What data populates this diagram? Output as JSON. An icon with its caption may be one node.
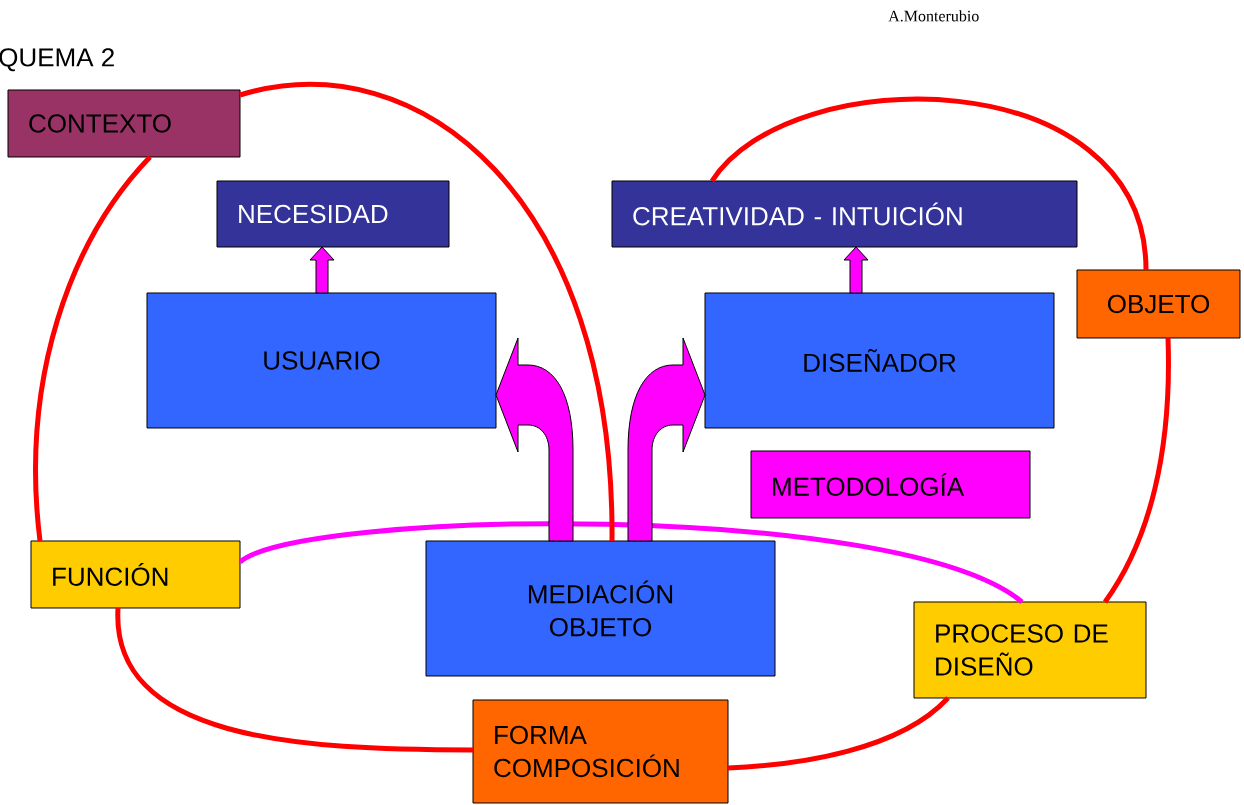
{
  "diagram": {
    "title": "QUEMA 2",
    "nodes": [
      {
        "text": [
          "CONTEXTO"
        ]
      },
      {
        "text": [
          "NECESIDAD"
        ]
      },
      {
        "text": [
          "CREATIVIDAD -  INTUICIÓN"
        ]
      },
      {
        "text": [
          "OBJETO"
        ]
      },
      {
        "text": [
          "USUARIO"
        ]
      },
      {
        "text": [
          "DISEÑADOR"
        ]
      },
      {
        "text": [
          "METODOLOGÍA"
        ]
      },
      {
        "text": [
          "FUNCIÓN"
        ]
      },
      {
        "text": [
          "MEDIACIÓN OBJETO"
        ]
      },
      {
        "text": [
          "PROCESO DE DISEÑO"
        ]
      },
      {
        "text": [
          "FORMA COMPOSICIÓN"
        ]
      }
    ],
    "edges": [
      {
        "from": 4,
        "to": 1,
        "arrow": "to",
        "style": "thick",
        "color": "#ff00ff"
      },
      {
        "from": 5,
        "to": 2,
        "arrow": "to",
        "style": "thick",
        "color": "#ff00ff"
      },
      {
        "from": 8,
        "to": 4,
        "arrow": "to",
        "style": "thick",
        "color": "#ff00ff"
      },
      {
        "from": 8,
        "to": 5,
        "arrow": "to",
        "style": "thick",
        "color": "#ff00ff"
      },
      {
        "from": 7,
        "to": 9,
        "arrow": "none",
        "color": "#ff00ff"
      },
      {
        "from": 7,
        "to": 0,
        "arrow": "none"
      },
      {
        "from": 0,
        "to": 8,
        "arrow": "none"
      },
      {
        "from": 2,
        "to": 3,
        "arrow": "none"
      },
      {
        "from": 3,
        "to": 9,
        "arrow": "none"
      },
      {
        "from": 9,
        "to": 10,
        "arrow": "none"
      },
      {
        "from": 10,
        "to": 7,
        "arrow": "none"
      }
    ],
    "labels": [
      "A.Monterubio"
    ]
  }
}
